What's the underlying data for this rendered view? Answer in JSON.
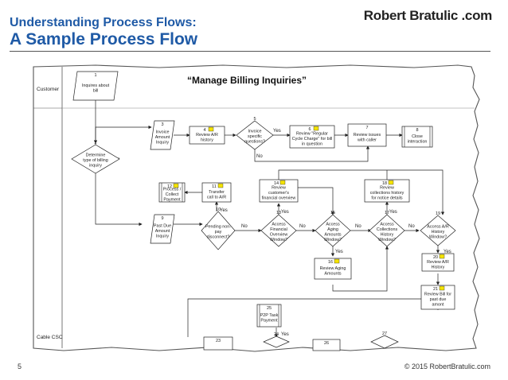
{
  "header": {
    "title_line1": "Understanding Process Flows:",
    "title_line2": "A Sample Process Flow",
    "brand": "Robert Bratulic .com"
  },
  "footer": {
    "page_number": "5",
    "copyright": "© 2015 RobertBratulic.com"
  },
  "diagram": {
    "caption": "“Manage Billing Inquiries”",
    "lanes": [
      "Customer",
      "Cable CSC"
    ],
    "nodes": [
      {
        "id": "1",
        "shape": "parallelogram",
        "lines": [
          "Inquires about",
          "bill"
        ]
      },
      {
        "id": "2",
        "shape": "diamond",
        "lines": [
          "Determine",
          "type of billing",
          "inquiry"
        ]
      },
      {
        "id": "3",
        "shape": "parallelogram",
        "lines": [
          "Invoice",
          "Amount",
          "Inquiry"
        ]
      },
      {
        "id": "4",
        "shape": "rect",
        "lines": [
          "Review A/R",
          "history"
        ]
      },
      {
        "id": "5",
        "shape": "diamond",
        "lines": [
          "Invoice",
          "specific",
          "questions?"
        ]
      },
      {
        "id": "6",
        "shape": "rect",
        "lines": [
          "Review \"Regular",
          "Cycle Charge\" for bill",
          "in question"
        ]
      },
      {
        "id": "7",
        "shape": "rect",
        "lines": [
          "Review issues",
          "with caller"
        ]
      },
      {
        "id": "8",
        "shape": "terminal",
        "lines": [
          "Close",
          "interaction"
        ]
      },
      {
        "id": "9",
        "shape": "parallelogram",
        "lines": [
          "Past Due",
          "Amount",
          "Inquiry"
        ]
      },
      {
        "id": "10",
        "shape": "diamond",
        "lines": [
          "Pending non-",
          "pay",
          "disconnect?"
        ]
      },
      {
        "id": "11",
        "shape": "rect",
        "lines": [
          "Transfer",
          "call to A/R"
        ]
      },
      {
        "id": "12",
        "shape": "terminal",
        "lines": [
          "Process /",
          "Collect",
          "Payment"
        ]
      },
      {
        "id": "13",
        "shape": "diamond",
        "lines": [
          "Access",
          "Financial",
          "Overview",
          "Window?"
        ]
      },
      {
        "id": "14",
        "shape": "rect",
        "lines": [
          "Review",
          "customer's",
          "financial overview"
        ]
      },
      {
        "id": "15",
        "shape": "diamond",
        "lines": [
          "Access",
          "Aging",
          "Amounts",
          "Window?"
        ]
      },
      {
        "id": "16",
        "shape": "rect",
        "lines": [
          "Review Aging",
          "Amounts"
        ]
      },
      {
        "id": "17",
        "shape": "diamond",
        "lines": [
          "Access",
          "Collections",
          "History",
          "Window?"
        ]
      },
      {
        "id": "18",
        "shape": "rect",
        "lines": [
          "Review",
          "collections history",
          "for notice details"
        ]
      },
      {
        "id": "19",
        "shape": "diamond",
        "lines": [
          "Access A/R",
          "History",
          "Window?"
        ]
      },
      {
        "id": "20",
        "shape": "rect",
        "lines": [
          "Review A/R",
          "History"
        ]
      },
      {
        "id": "21",
        "shape": "rect",
        "lines": [
          "Review Bill for",
          "past due",
          "amont"
        ]
      },
      {
        "id": "23",
        "shape": "rect",
        "lines": []
      },
      {
        "id": "24",
        "shape": "diamond",
        "lines": []
      },
      {
        "id": "25",
        "shape": "terminal",
        "lines": [
          "P2P Task",
          "Payment"
        ]
      },
      {
        "id": "26",
        "shape": "rect",
        "lines": []
      },
      {
        "id": "27",
        "shape": "diamond",
        "lines": []
      }
    ],
    "edge_labels": {
      "yes": "Yes",
      "no": "No"
    }
  }
}
